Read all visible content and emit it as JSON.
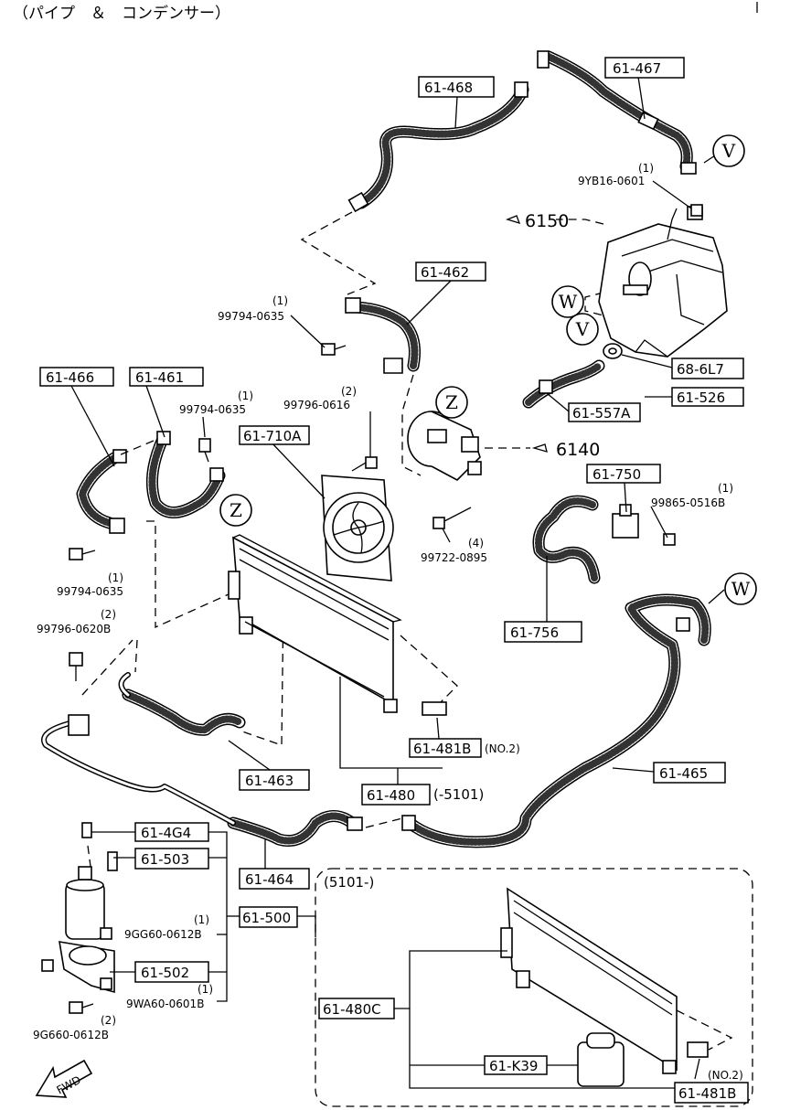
{
  "title": "（パイプ　＆　コンデンサー）",
  "labels": {
    "p61_468": "61-468",
    "p61_467": "61-467",
    "p61_462": "61-462",
    "p61_466": "61-466",
    "p61_461": "61-461",
    "p61_710A": "61-710A",
    "p68_6L7": "68-6L7",
    "p61_526": "61-526",
    "p61_557A": "61-557A",
    "p61_750": "61-750",
    "p61_756": "61-756",
    "p61_481B": "61-481B",
    "p61_463": "61-463",
    "p61_480": "61-480",
    "p61_465": "61-465",
    "p61_4G4": "61-4G4",
    "p61_503": "61-503",
    "p61_464": "61-464",
    "p61_500": "61-500",
    "p61_502": "61-502",
    "p61_480C": "61-480C",
    "p61_K39": "61-K39",
    "p61_481B_b": "61-481B"
  },
  "refs": {
    "r6150": "6150",
    "r6140": "6140"
  },
  "callouts": {
    "V1": "V",
    "V2": "V",
    "W1": "W",
    "W2": "W",
    "Z1": "Z",
    "Z2": "Z"
  },
  "bolts": {
    "b1_qty": "(1)",
    "b1_code": "9YB16-0601",
    "b2_qty": "(1)",
    "b2_code": "99794-0635",
    "b3_qty": "(2)",
    "b3_code": "99796-0616",
    "b4_qty": "(1)",
    "b4_code": "99794-0635",
    "b5_qty": "(1)",
    "b5_code": "99794-0635",
    "b6_qty": "(2)",
    "b6_code": "99796-0620B",
    "b7_qty": "(4)",
    "b7_code": "99722-0895",
    "b8_qty": "(1)",
    "b8_code": "99865-0516B",
    "b9_qty": "(1)",
    "b9_code": "9GG60-0612B",
    "b10_qty": "(1)",
    "b10_code": "9WA60-0601B",
    "b11_qty": "(2)",
    "b11_code": "9G660-0612B"
  },
  "notes": {
    "no2_a": "(NO.2)",
    "no2_b": "(NO.2)",
    "range_5101": "(-5101)",
    "inset_5101": "(5101-)",
    "fwd": "FWD"
  }
}
